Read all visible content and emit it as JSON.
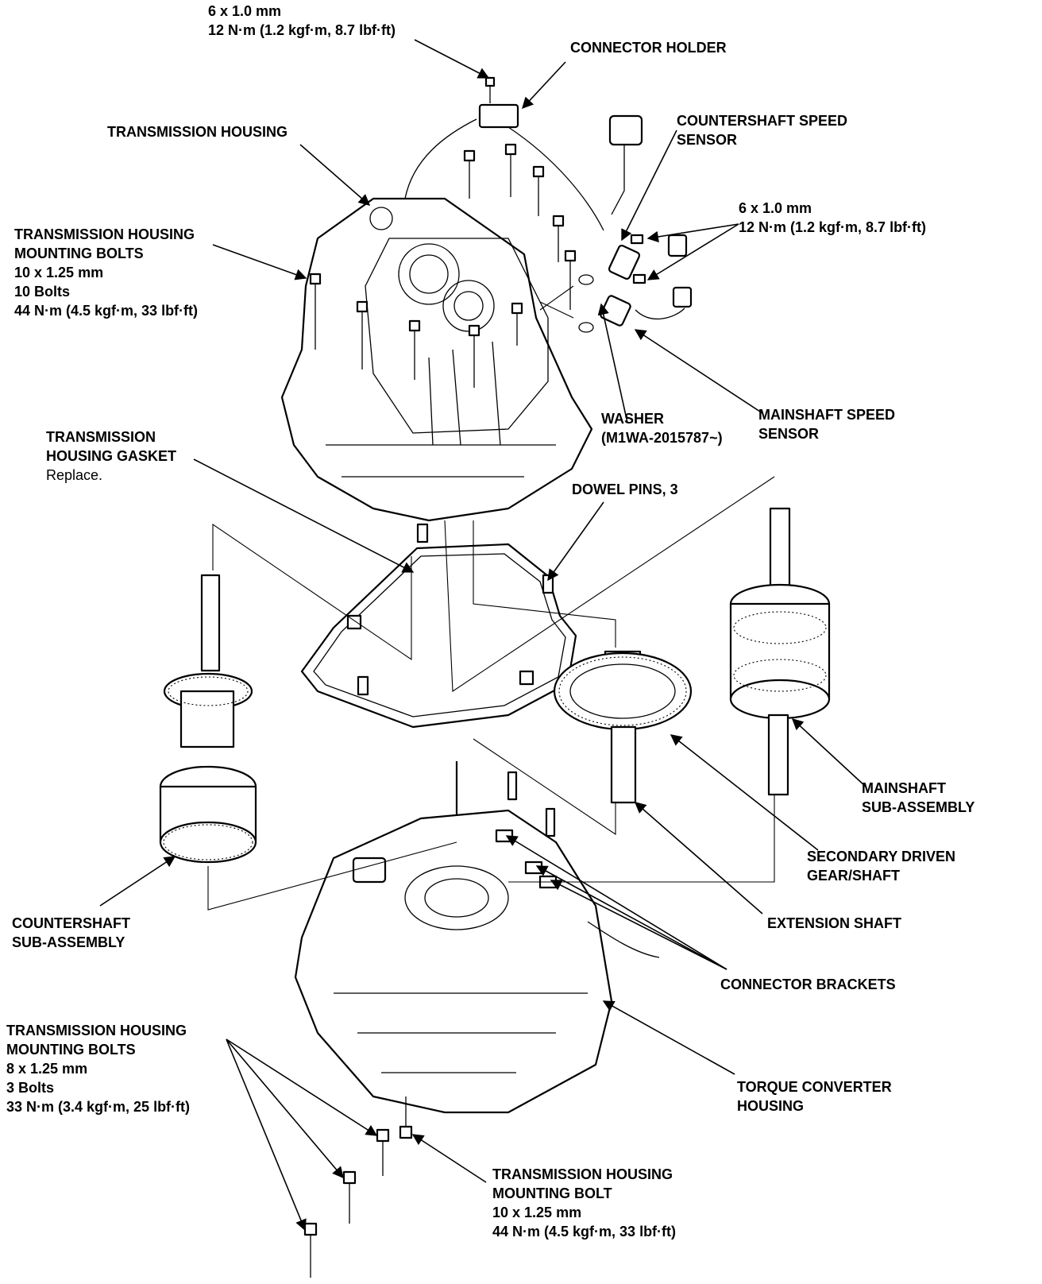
{
  "labels": {
    "top_bolt_spec": {
      "line1": "6 x 1.0 mm",
      "line2": "12 N·m (1.2 kgf·m, 8.7 lbf·ft)"
    },
    "connector_holder": "CONNECTOR HOLDER",
    "transmission_housing": "TRANSMISSION HOUSING",
    "countershaft_speed_sensor": {
      "line1": "COUNTERSHAFT SPEED",
      "line2": "SENSOR"
    },
    "sensor_bolt_spec": {
      "line1": "6 x 1.0 mm",
      "line2": "12 N·m (1.2 kgf·m, 8.7 lbf·ft)"
    },
    "upper_mounting_bolts": {
      "line1": "TRANSMISSION HOUSING",
      "line2": "MOUNTING BOLTS",
      "line3": "10 x 1.25 mm",
      "line4": "10 Bolts",
      "line5": "44 N·m (4.5 kgf·m, 33 lbf·ft)"
    },
    "washer": {
      "line1": "WASHER",
      "line2": "(M1WA-2015787~)"
    },
    "mainshaft_speed_sensor": {
      "line1": "MAINSHAFT SPEED",
      "line2": "SENSOR"
    },
    "housing_gasket": {
      "line1": "TRANSMISSION",
      "line2": "HOUSING GASKET",
      "line3": "Replace."
    },
    "dowel_pins": "DOWEL PINS, 3",
    "mainshaft_subassembly": {
      "line1": "MAINSHAFT",
      "line2": "SUB-ASSEMBLY"
    },
    "secondary_driven_gear": {
      "line1": "SECONDARY DRIVEN",
      "line2": "GEAR/SHAFT"
    },
    "countershaft_subassembly": {
      "line1": "COUNTERSHAFT",
      "line2": "SUB-ASSEMBLY"
    },
    "extension_shaft": "EXTENSION SHAFT",
    "connector_brackets": "CONNECTOR BRACKETS",
    "lower_mounting_bolts": {
      "line1": "TRANSMISSION HOUSING",
      "line2": "MOUNTING BOLTS",
      "line3": "8 x 1.25 mm",
      "line4": "3 Bolts",
      "line5": "33 N·m (3.4 kgf·m, 25 lbf·ft)"
    },
    "torque_converter_housing": {
      "line1": "TORQUE CONVERTER",
      "line2": "HOUSING"
    },
    "single_mounting_bolt": {
      "line1": "TRANSMISSION HOUSING",
      "line2": "MOUNTING BOLT",
      "line3": "10 x 1.25 mm",
      "line4": "44 N·m (4.5 kgf·m, 33 lbf·ft)"
    }
  }
}
